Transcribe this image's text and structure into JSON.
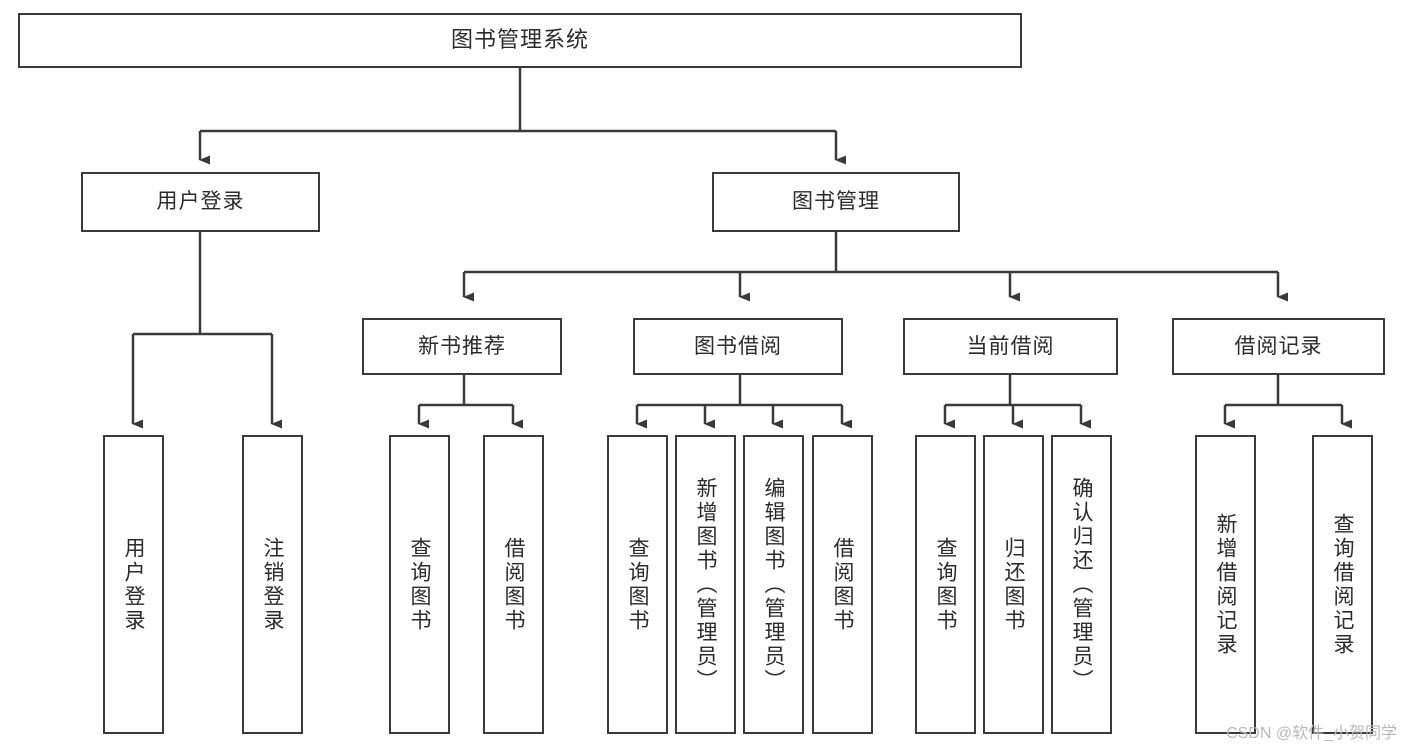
{
  "diagram": {
    "title": "图书管理系统",
    "type": "tree",
    "watermark": "CSDN @软件_小贺同学",
    "colors": {
      "box_border": "#3a3a3a",
      "box_fill": "#ffffff",
      "connector": "#3a3a3a",
      "text": "#2b2b2b",
      "watermark": "#b9b9b9"
    },
    "levels": {
      "root": {
        "label": "图书管理系统"
      },
      "level2": [
        {
          "label": "用户登录"
        },
        {
          "label": "图书管理"
        }
      ],
      "level3": [
        {
          "label": "新书推荐"
        },
        {
          "label": "图书借阅"
        },
        {
          "label": "当前借阅"
        },
        {
          "label": "借阅记录"
        }
      ],
      "leaves": {
        "user_login": [
          {
            "label": "用户登录"
          },
          {
            "label": "注销登录"
          }
        ],
        "new_book_recommend": [
          {
            "label": "查询图书"
          },
          {
            "label": "借阅图书"
          }
        ],
        "book_borrow": [
          {
            "label": "查询图书"
          },
          {
            "label": "新增图书（管理员）"
          },
          {
            "label": "编辑图书（管理员）"
          },
          {
            "label": "借阅图书"
          }
        ],
        "current_borrow": [
          {
            "label": "查询图书"
          },
          {
            "label": "归还图书"
          },
          {
            "label": "确认归还（管理员）"
          }
        ],
        "borrow_record": [
          {
            "label": "新增借阅记录"
          },
          {
            "label": "查询借阅记录"
          }
        ]
      }
    }
  }
}
